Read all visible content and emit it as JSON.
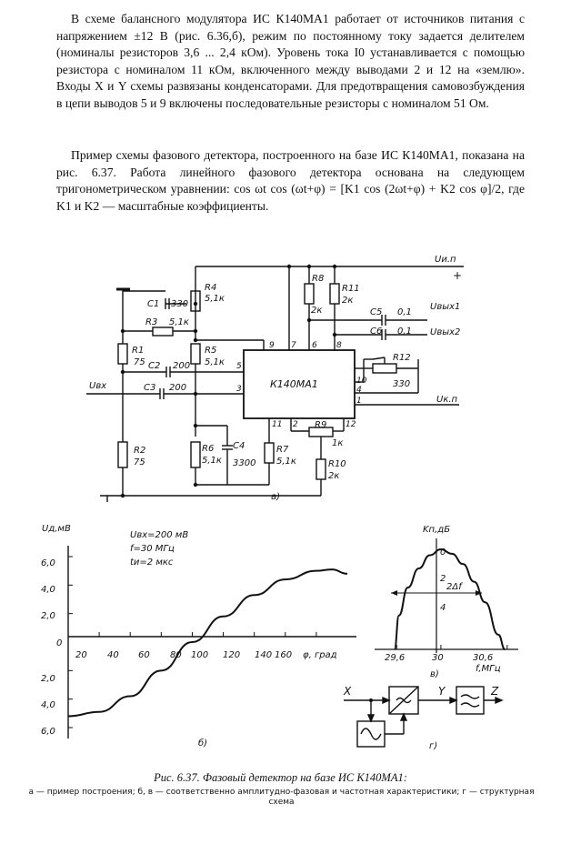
{
  "text": {
    "p1": "В схеме балансного модулятора ИС К140МА1 работает от источников питания с напряжением ±12 В (рис. 6.36,б), режим по постоянному току задается делителем (номиналы резисторов 3,6 ... 2,4 кОм). Уровень тока I0 устанавливается с помощью резистора с номиналом 11 кОм, включенного между выводами 2 и 12 на «землю». Входы X и Y схемы развязаны конденсаторами. Для предотвращения самовозбуждения в цепи выводов 5 и 9 включены последовательные резисторы с номиналом 51 Ом.",
    "p2": "Пример схемы фазового детектора, построенного на базе ИС К140МА1, показана на рис. 6.37. Работа линейного фазового детектора основана на следующем тригонометрическом уравнении: cos ωt cos (ωt+φ) = [K1 cos (2ωt+φ) + K2 cos φ]/2, где K1 и K2 — масштабные коэффициенты."
  },
  "schematic": {
    "ic": "К140МА1",
    "r4": "R4",
    "r4v": "5,1к",
    "c1": "C1",
    "c1v": "330",
    "r3": "R3",
    "r3v": "5,1к",
    "r1": "R1",
    "r1v": "75",
    "r5": "R5",
    "r5v": "5,1к",
    "c2": "C2",
    "c2v": "200",
    "c3": "C3",
    "c3v": "200",
    "r2": "R2",
    "r2v": "75",
    "r6": "R6",
    "r6v": "5,1к",
    "c4": "C4",
    "c4v": "3300",
    "r7": "R7",
    "r7v": "5,1к",
    "r8": "R8",
    "r8v": "2к",
    "r11": "R11",
    "r11v": "2к",
    "c5": "C5",
    "c5v": "0,1",
    "c6": "C6",
    "c6v": "0,1",
    "r12": "R12",
    "r12v": "330",
    "r9": "R9",
    "r9v": "1к",
    "r10": "R10",
    "r10v": "2к",
    "uin": "Uвх",
    "upower": "Uи.п",
    "plus": "+",
    "uout1": "Uвых1",
    "uout2": "Uвых2",
    "ukp": "Uк.п",
    "pin9": "9",
    "pin7": "7",
    "pin6": "6",
    "pin8": "8",
    "pin5": "5",
    "pin3": "3",
    "pin10": "10",
    "pin4": "4",
    "pin1": "1",
    "pin11": "11",
    "pin2": "2",
    "pin12": "12",
    "sub": "а)"
  },
  "chart_data": [
    {
      "type": "line",
      "ylabel": "Uд,мВ",
      "xlabel": "φ, град",
      "annotations": [
        "Uвх=200 мВ",
        "f=30 МГц",
        "tи=2 мкс"
      ],
      "x_ticks": [
        "20",
        "40",
        "60",
        "80",
        "100",
        "120",
        "140",
        "160"
      ],
      "y_ticks": [
        "6,0",
        "4,0",
        "2,0",
        "0",
        "2,0",
        "4,0",
        "6,0"
      ],
      "xlim": [
        0,
        180
      ],
      "ylim": [
        -6,
        6
      ],
      "series": [
        {
          "x": [
            0,
            20,
            40,
            60,
            80,
            100,
            120,
            140,
            160,
            170,
            180
          ],
          "y": [
            -5.2,
            -4.9,
            -3.8,
            -2.0,
            0.0,
            1.8,
            3.3,
            4.4,
            5.0,
            5.1,
            4.8
          ]
        }
      ],
      "sub": "б)"
    },
    {
      "type": "line",
      "ylabel": "Kп,дБ",
      "xlabel": "f,МГц",
      "annotations": [
        "2Δf"
      ],
      "x_ticks": [
        "29,6",
        "30",
        "30,6"
      ],
      "y_ticks": [
        "0",
        "2",
        "4"
      ],
      "xlim": [
        29.4,
        30.7
      ],
      "series": [
        {
          "x": [
            29.58,
            29.62,
            29.7,
            29.8,
            29.9,
            30.0,
            30.1,
            30.2,
            30.3,
            30.4,
            30.52,
            30.58
          ],
          "y": [
            -6.8,
            -4.5,
            -2.6,
            -1.3,
            -0.4,
            0.0,
            -0.3,
            -1.0,
            -2.2,
            -3.6,
            -5.8,
            -6.8
          ]
        }
      ],
      "sub": "в)"
    }
  ],
  "block": {
    "x": "X",
    "y": "Y",
    "z": "Z",
    "sub": "г)"
  },
  "caption": {
    "title": "Рис. 6.37. Фазовый детектор на базе ИС К140МА1:",
    "desc": "а — пример построения; б, в — соответственно амплитудно-фазовая и частотная характеристики; г — структурная схема"
  }
}
